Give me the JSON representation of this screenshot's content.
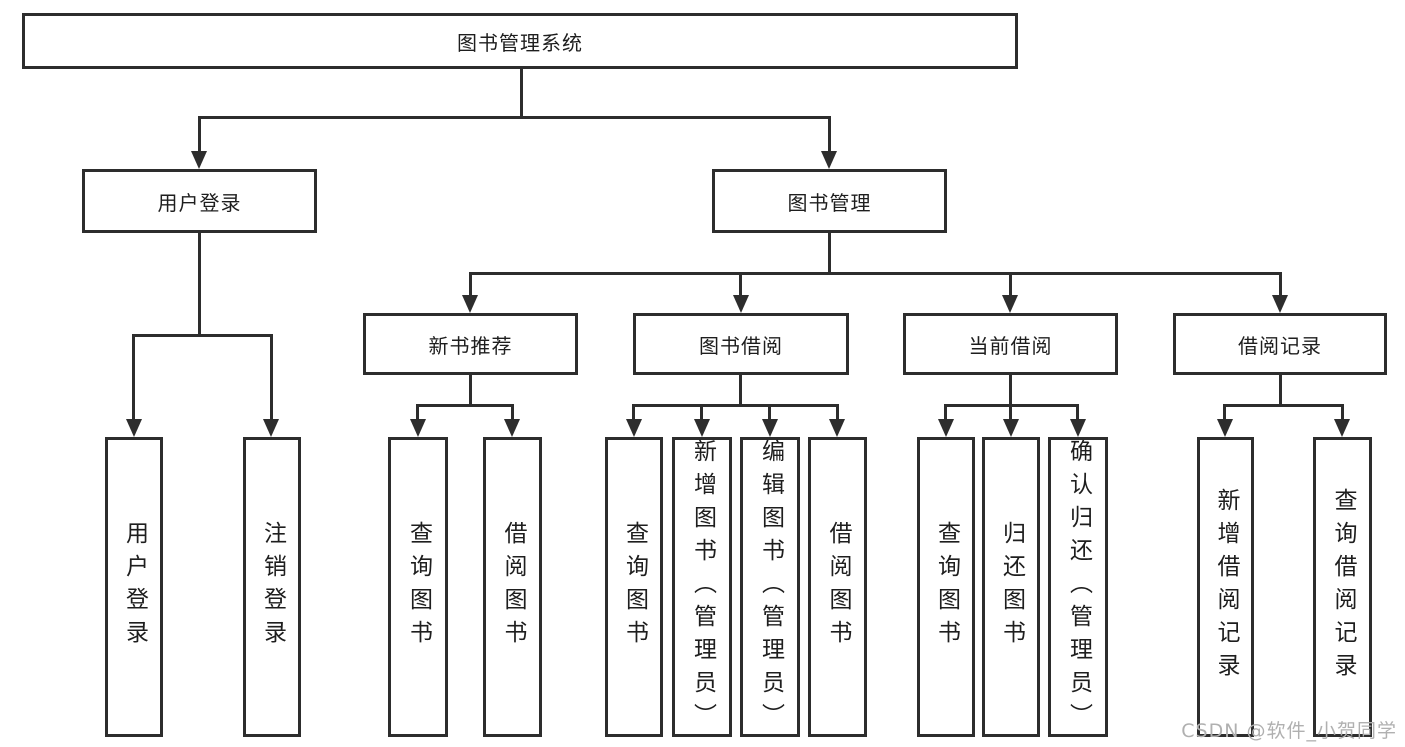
{
  "diagram": {
    "root": "图书管理系统",
    "level2": [
      "用户登录",
      "图书管理"
    ],
    "level3": [
      "新书推荐",
      "图书借阅",
      "当前借阅",
      "借阅记录"
    ],
    "leaf_groups": [
      {
        "parent": "用户登录",
        "items": [
          "用户登录",
          "注销登录"
        ]
      },
      {
        "parent": "新书推荐",
        "items": [
          "查询图书",
          "借阅图书"
        ]
      },
      {
        "parent": "图书借阅",
        "items": [
          "查询图书",
          "新增图书（管理员）",
          "编辑图书（管理员）",
          "借阅图书"
        ]
      },
      {
        "parent": "当前借阅",
        "items": [
          "查询图书",
          "归还图书",
          "确认归还（管理员）"
        ]
      },
      {
        "parent": "借阅记录",
        "items": [
          "新增借阅记录",
          "查询借阅记录"
        ]
      }
    ]
  },
  "watermark": "CSDN @软件_小贺同学",
  "colors": {
    "line": "#2d2d2d",
    "box_border": "#2d2d2d",
    "text": "#1e1e1e",
    "watermark": "#b0b0b0",
    "background": "#ffffff"
  }
}
